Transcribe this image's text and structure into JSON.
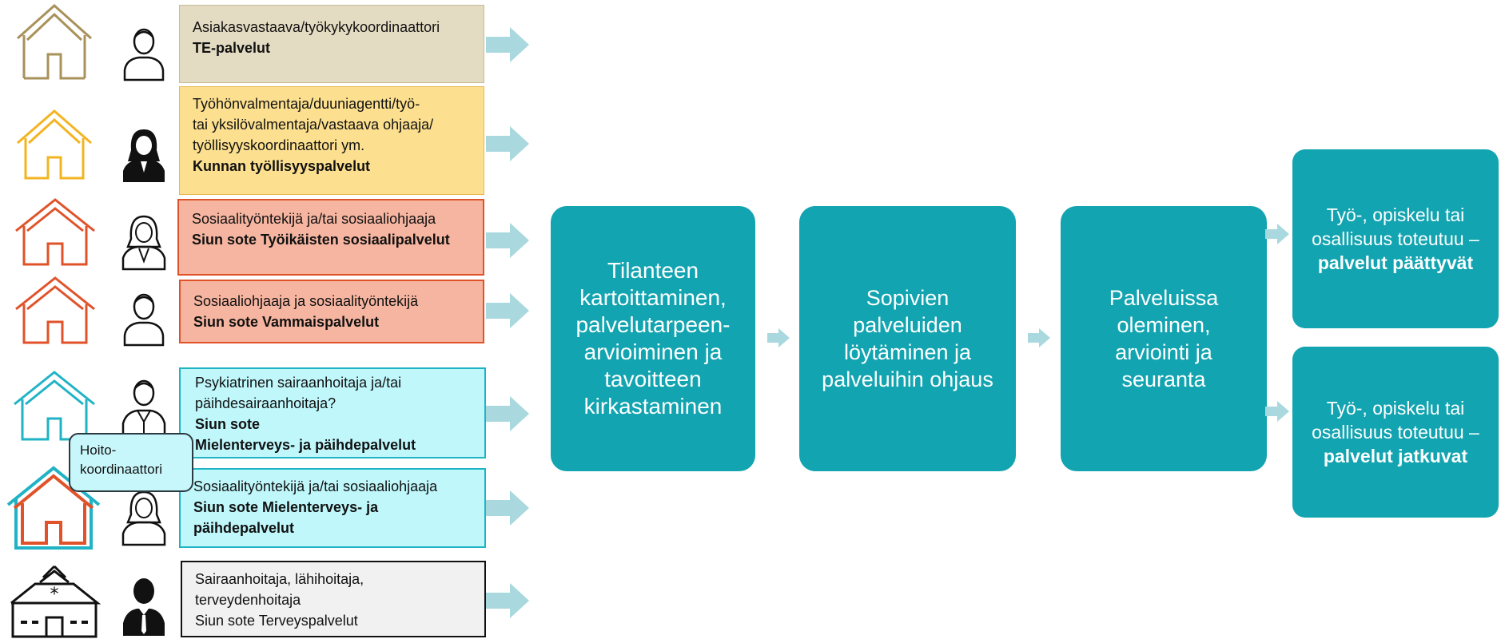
{
  "roles": [
    {
      "description": "Asiakasvastaava/työkykykoordinaattori",
      "organization": "TE-palvelut",
      "fill": "#e4dcc2",
      "house_color": "#a8915a",
      "person": "male-outline"
    },
    {
      "description": "Työhönvalmentaja/duuniagentti/työ-\ntai yksilövalmentaja/vastaava ohjaaja/\ntyöllisyyskoordinaattori ym.",
      "organization": "Kunnan työllisyyspalvelut",
      "fill": "#fde08f",
      "house_color": "#f3b422",
      "person": "female-solid"
    },
    {
      "description": "Sosiaalityöntekijä ja/tai sosiaaliohjaaja",
      "organization": "Siun sote Työikäisten sosiaalipalvelut",
      "fill": "#f6b5a0",
      "house_color": "#e0532a",
      "person": "female-outline"
    },
    {
      "description": "Sosiaaliohjaaja ja sosiaalityöntekijä",
      "organization": "Siun sote Vammaispalvelut",
      "fill": "#f6b5a0",
      "house_color": "#e0532a",
      "person": "male-outline"
    },
    {
      "description": "Psykiatrinen sairaanhoitaja ja/tai\npäihdesairaanhoitaja?",
      "organization": "Siun sote\nMielenterveys- ja päihdepalvelut",
      "fill": "#bff7fb",
      "house_color": "#1fb3c5",
      "person": "male-suit-outline"
    },
    {
      "description": "Sosiaalityöntekijä ja/tai sosiaaliohjaaja",
      "organization": "Siun sote Mielenterveys- ja\npäihdepalvelut",
      "fill": "#bff7fb",
      "house_color": "#1fb3c5",
      "person": "female-outline"
    },
    {
      "description": "Sairaanhoitaja, lähihoitaja,\nterveydenhoitaja",
      "organization_plain": "Siun sote Terveyspalvelut",
      "fill": "#f1f1f1",
      "house_color": "#111111",
      "person": "male-suit-solid"
    }
  ],
  "callout": {
    "line1": "Hoito-",
    "line2": "koordinaattori"
  },
  "steps": [
    {
      "text": "Tilanteen\nkartoittaminen,\npalvelutarpeen-\narvioiminen ja\ntavoitteen\nkirkastaminen"
    },
    {
      "text": "Sopivien\npalveluiden\nlöytäminen ja\npalveluihin ohjaus"
    },
    {
      "text": "Palveluissa\noleminen,\narviointi ja\nseuranta"
    }
  ],
  "outcomes": [
    {
      "text": "Työ-, opiskelu tai\nosallisuus toteutuu –",
      "bold": "palvelut päättyvät"
    },
    {
      "text": "Työ-, opiskelu tai\nosallisuus toteutuu –",
      "bold": "palvelut jatkuvat"
    }
  ],
  "colors": {
    "teal": "#12a4b0",
    "arrow": "#a9d8de"
  }
}
